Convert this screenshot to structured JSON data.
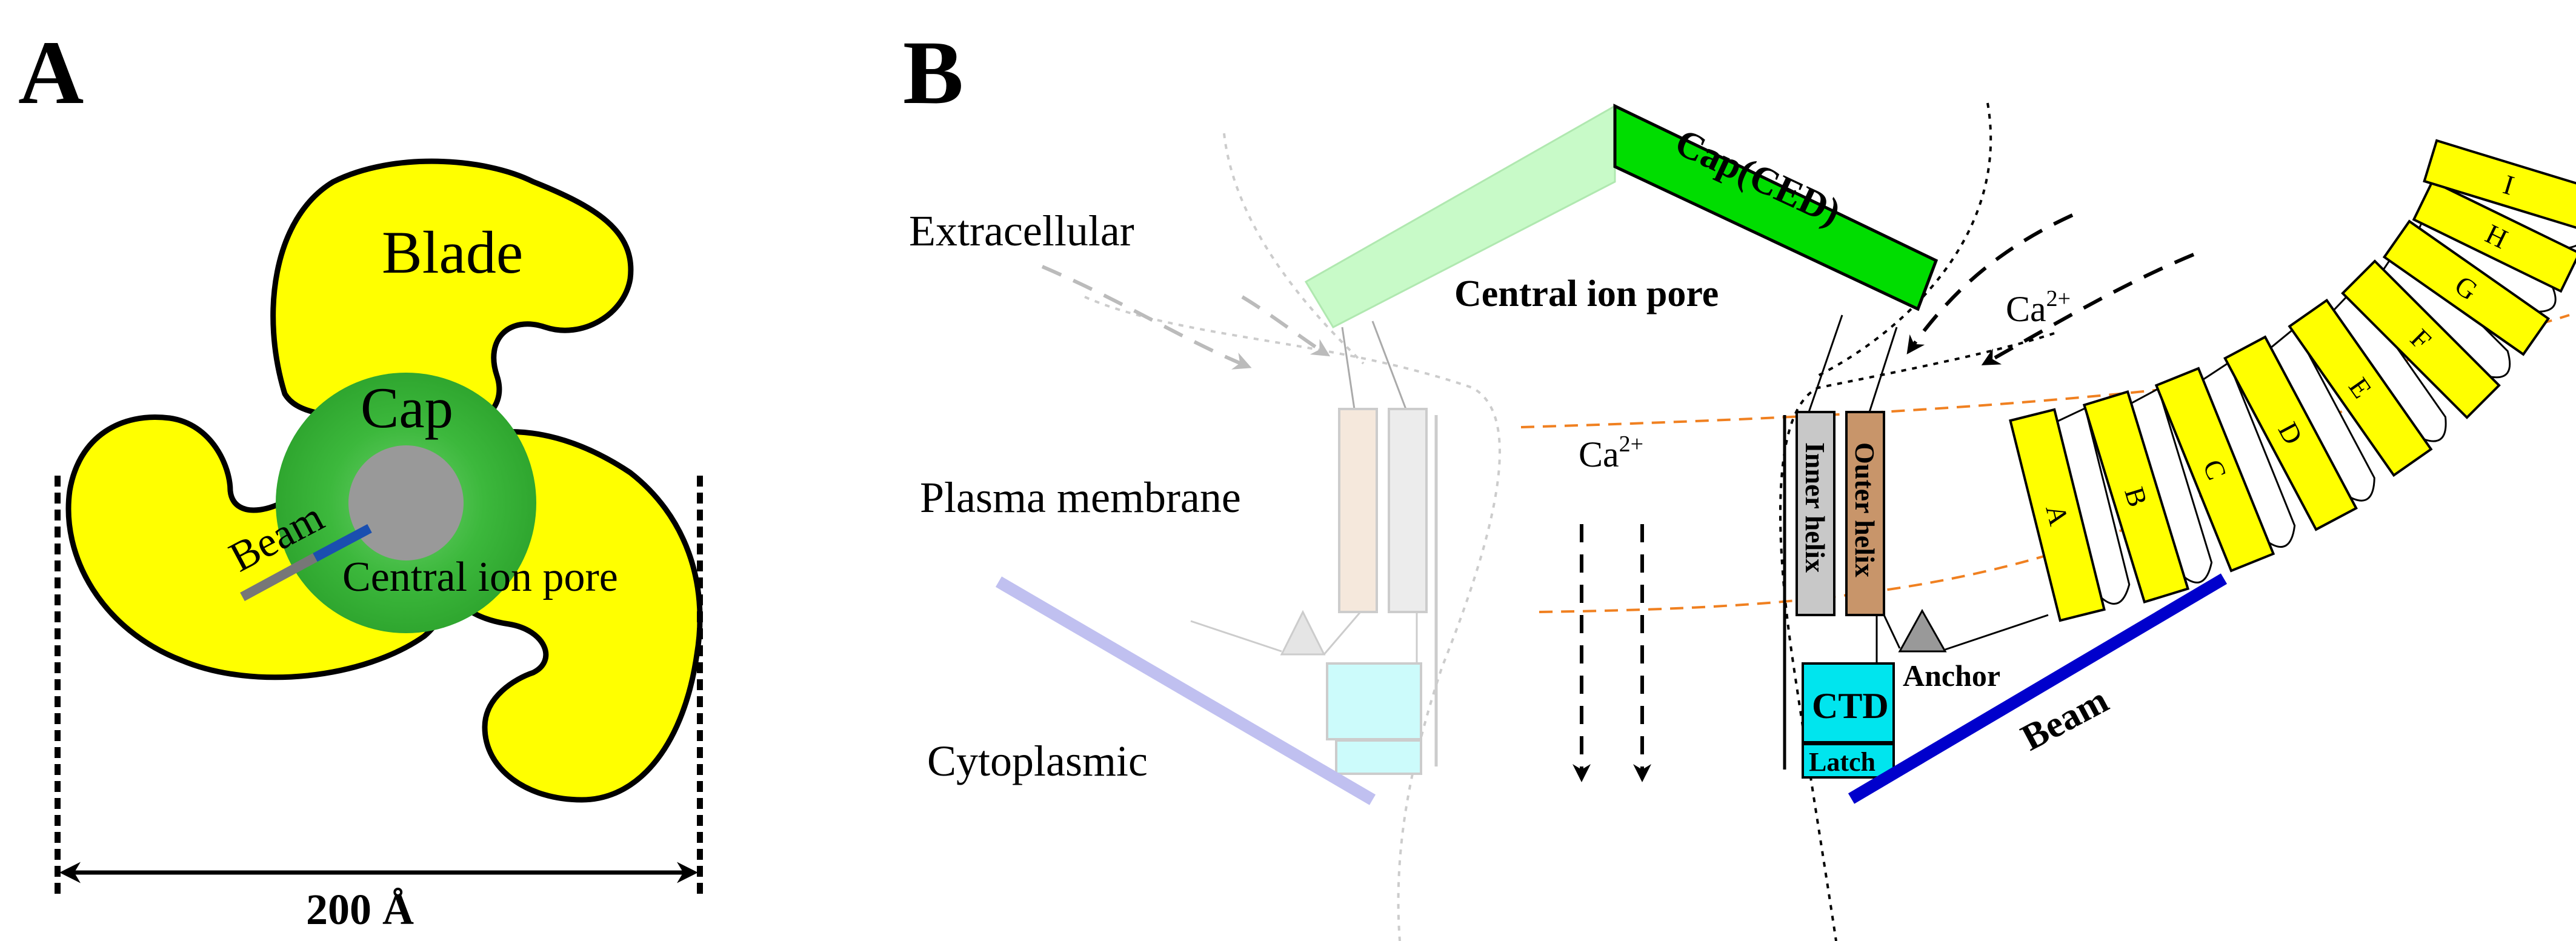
{
  "panels": {
    "a": {
      "letter": "A"
    },
    "b": {
      "letter": "B"
    }
  },
  "panel_a": {
    "blade_label": "Blade",
    "cap_label": "Cap",
    "beam_label": "Beam",
    "pore_label": "Central ion pore",
    "scale_label": "200 Å"
  },
  "panel_b": {
    "extracellular_label": "Extracellular",
    "membrane_label": "Plasma membrane",
    "cytoplasmic_label": "Cytoplasmic",
    "cap_label": "Cap(CED)",
    "pore_label": "Central ion pore",
    "ca_in_base": "Ca",
    "ca_in_sup": "2+",
    "ca_out_base": "Ca",
    "ca_out_sup": "2+",
    "inner_helix_label": "Inner helix",
    "outer_helix_label": "Outer helix",
    "ctd_label": "CTD",
    "latch_label": "Latch",
    "anchor_label": "Anchor",
    "beam_label": "Beam",
    "blade_units": [
      "A",
      "B",
      "C",
      "D",
      "E",
      "F",
      "G",
      "H",
      "I"
    ]
  },
  "colors": {
    "blade": "#ffff00",
    "cap": "#00dd00",
    "cap_light": "#c8fac8",
    "pore": "#999999",
    "beam": "#0000cc",
    "beam_light": "#c0c0f0",
    "inner_helix": "#c8c8c8",
    "outer_helix": "#c8956a",
    "ctd": "#00e5ee",
    "membrane_dash": "#f08020"
  }
}
